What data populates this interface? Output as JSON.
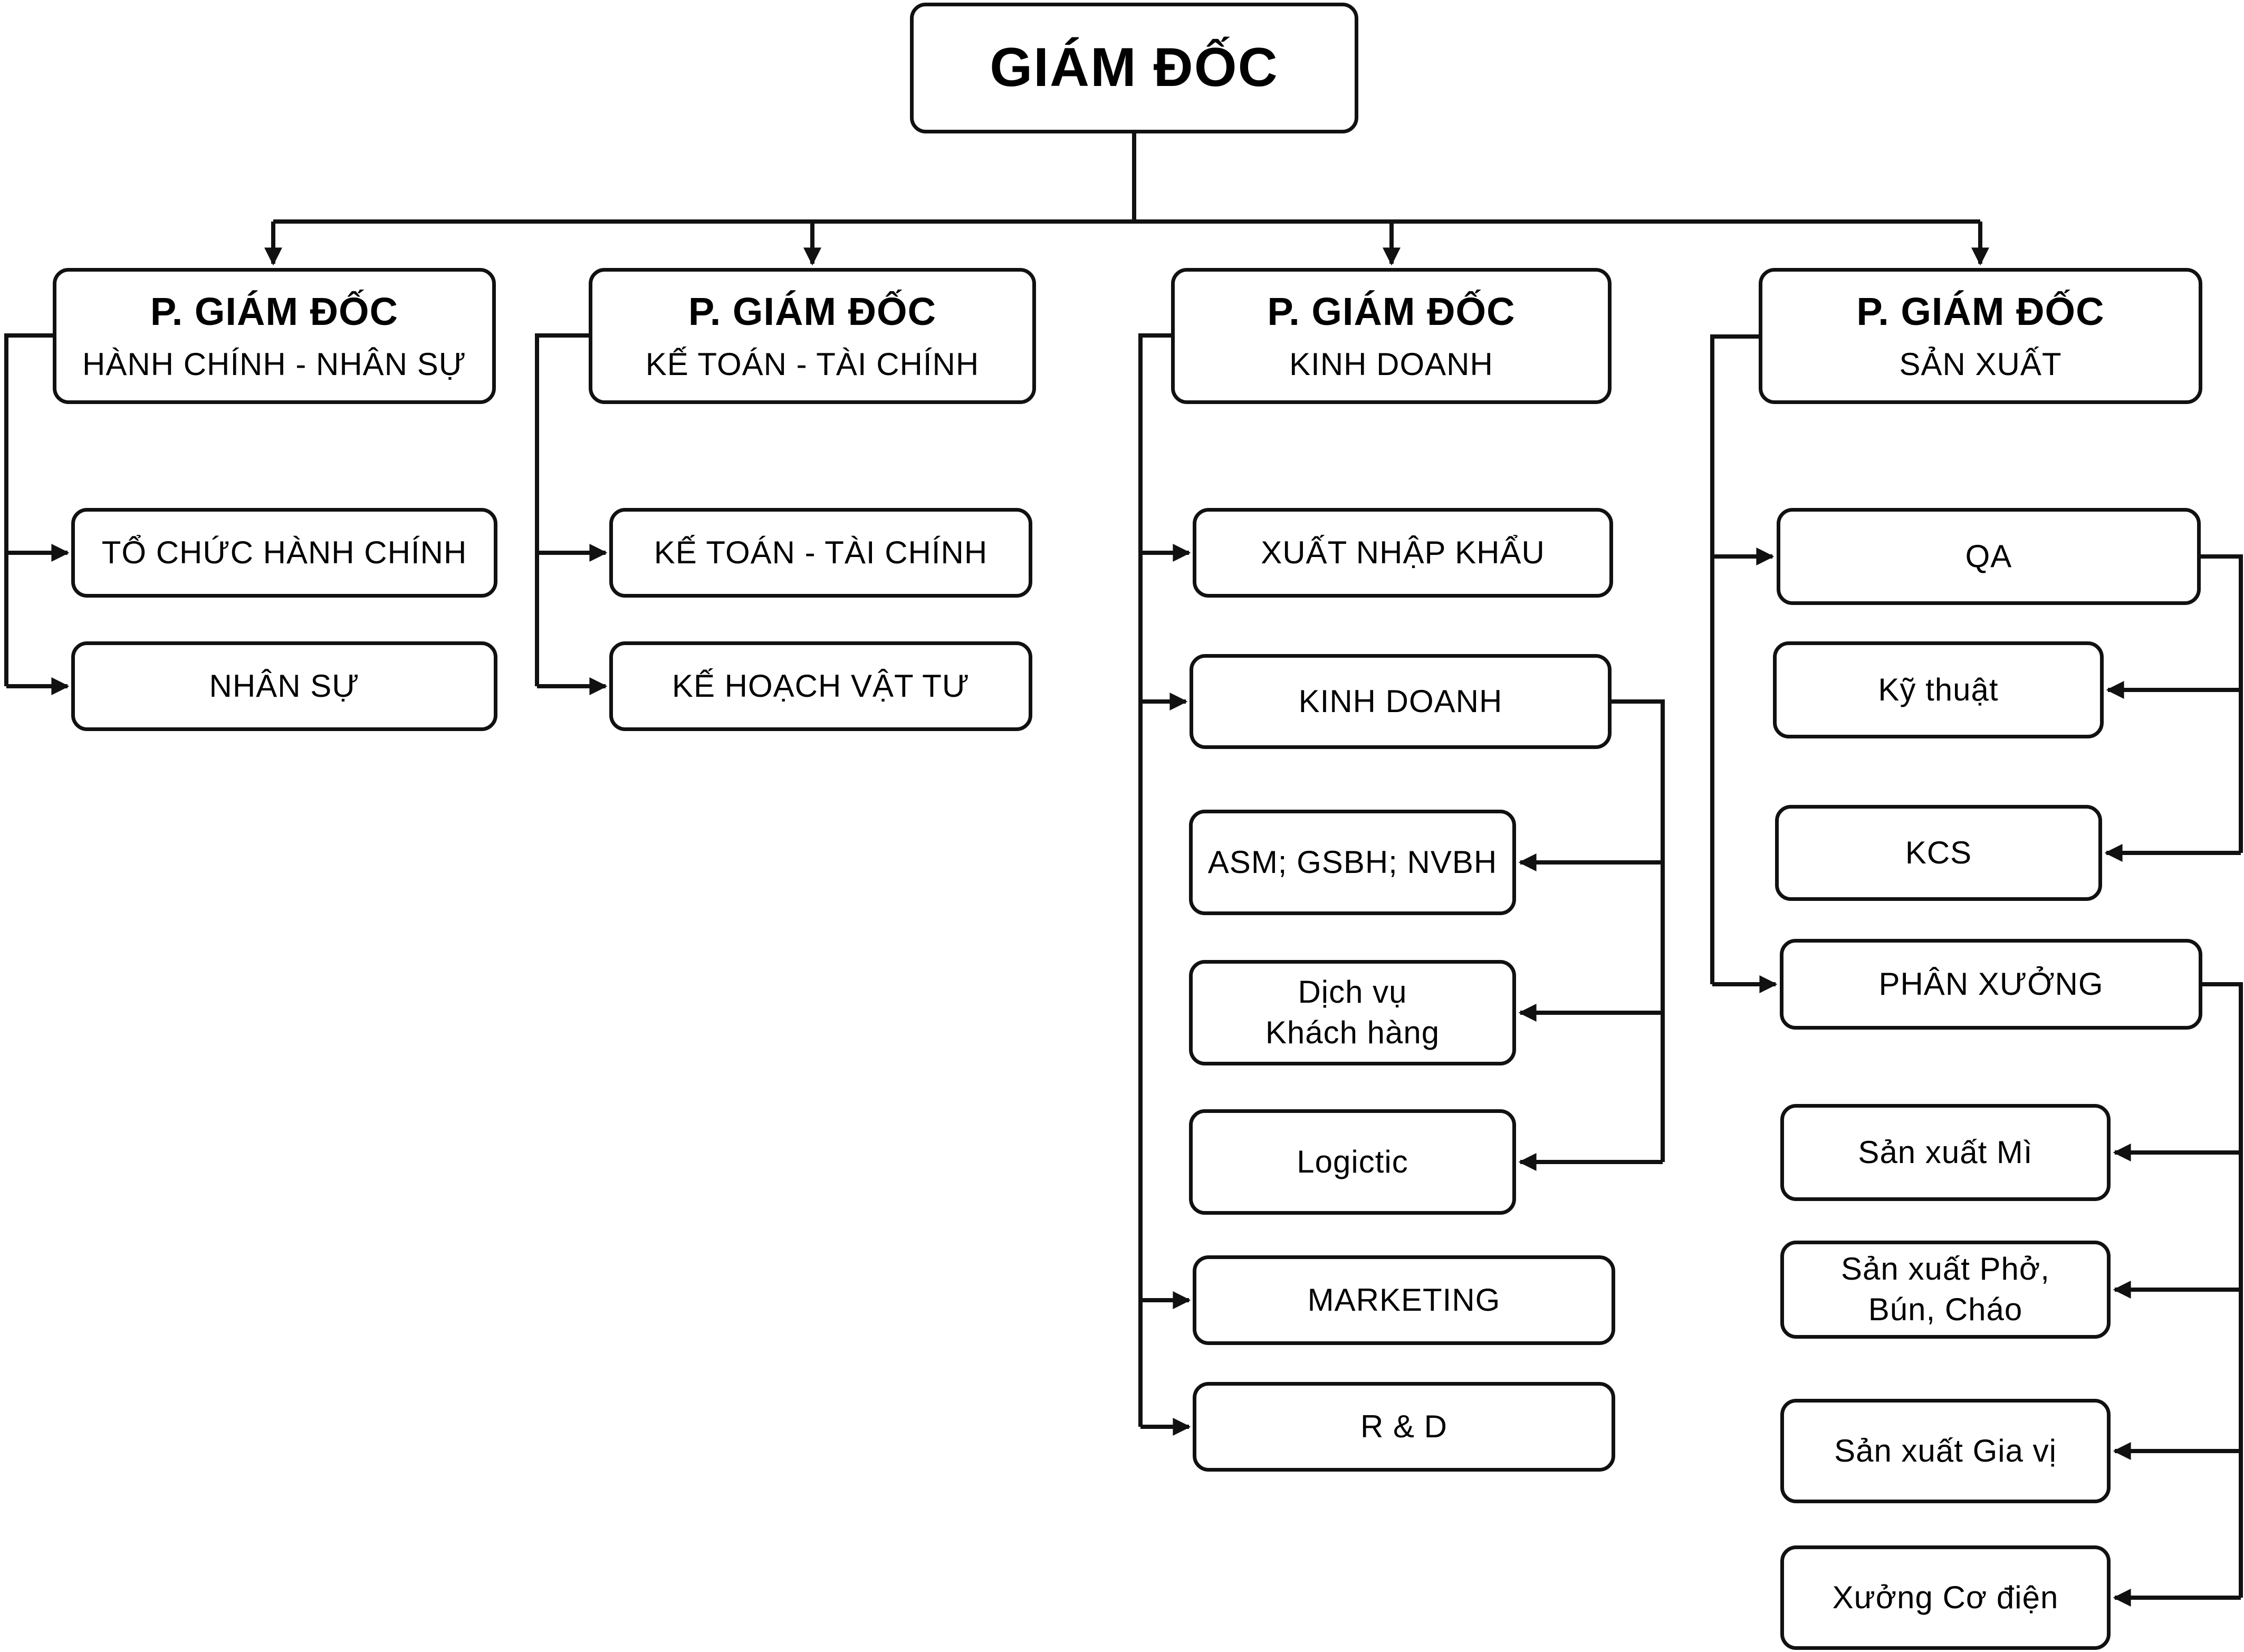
{
  "org": {
    "root": {
      "label": "GIÁM ĐỐC"
    },
    "branches": [
      {
        "title": "P. GIÁM ĐỐC",
        "subtitle": "HÀNH CHÍNH - NHÂN SỰ",
        "children": [
          {
            "label": "TỔ CHỨC HÀNH CHÍNH"
          },
          {
            "label": "NHÂN SỰ"
          }
        ]
      },
      {
        "title": "P. GIÁM ĐỐC",
        "subtitle": "KẾ TOÁN - TÀI CHÍNH",
        "children": [
          {
            "label": "KẾ TOÁN - TÀI CHÍNH"
          },
          {
            "label": "KẾ HOẠCH VẬT TƯ"
          }
        ]
      },
      {
        "title": "P. GIÁM ĐỐC",
        "subtitle": "KINH DOANH",
        "children": [
          {
            "label": "XUẤT NHẬP KHẨU"
          },
          {
            "label": "KINH DOANH",
            "children": [
              {
                "label": "ASM; GSBH; NVBH"
              },
              {
                "label": "Dịch vụ",
                "label2": "Khách hàng"
              },
              {
                "label": "Logictic"
              }
            ]
          },
          {
            "label": "MARKETING"
          },
          {
            "label": "R & D"
          }
        ]
      },
      {
        "title": "P. GIÁM ĐỐC",
        "subtitle": "SẢN XUẤT",
        "children": [
          {
            "label": "QA"
          },
          {
            "label": "Kỹ thuật"
          },
          {
            "label": "KCS"
          },
          {
            "label": "PHÂN XƯỞNG",
            "children": [
              {
                "label": "Sản xuất Mì"
              },
              {
                "label": "Sản xuất Phở,",
                "label2": "Bún, Cháo"
              },
              {
                "label": "Sản xuất Gia vị"
              },
              {
                "label": "Xưởng Cơ điện"
              }
            ]
          }
        ]
      }
    ],
    "line_color": "#111111"
  }
}
